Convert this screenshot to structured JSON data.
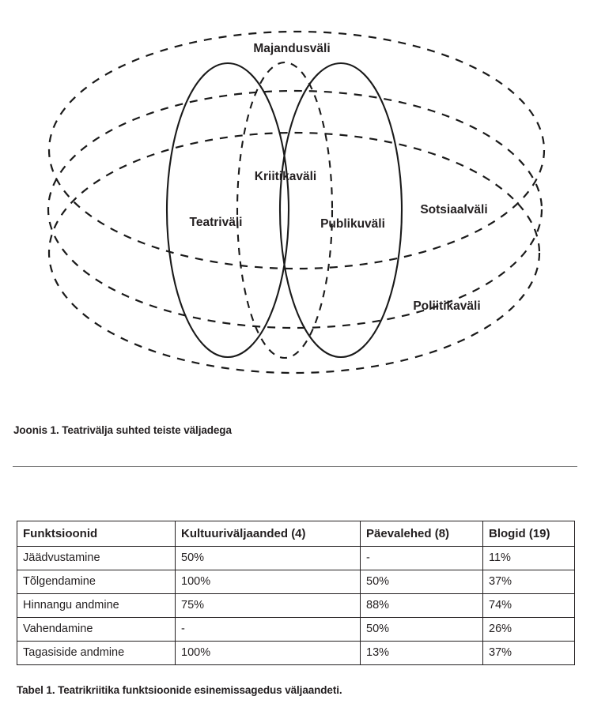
{
  "figure": {
    "labels": {
      "majandus": "Majandusväli",
      "kriitika": "Kriitikaväli",
      "teatri": "Teatriväli",
      "publiku": "Publikuväli",
      "sotsiaal": "Sotsiaalväli",
      "poliitika": "Poliitikaväli"
    },
    "caption": "Joonis 1. Teatrivälja suhted teiste väljadega",
    "stroke_color": "#1a1a1a"
  },
  "divider": {
    "color": "#7d7d7d"
  },
  "table": {
    "headers": [
      "Funktsioonid",
      "Kultuuriväljaanded (4)",
      "Päevalehed (8)",
      "Blogid (19)"
    ],
    "rows": [
      [
        "Jäädvustamine",
        "50%",
        "-",
        "11%"
      ],
      [
        "Tõlgendamine",
        "100%",
        "50%",
        "37%"
      ],
      [
        "Hinnangu andmine",
        "75%",
        "88%",
        "74%"
      ],
      [
        "Vahendamine",
        "-",
        "50%",
        "26%"
      ],
      [
        "Tagasiside andmine",
        "100%",
        "13%",
        "37%"
      ]
    ],
    "caption": "Tabel 1. Teatrikriitika funktsioonide esinemissagedus väljaandeti.",
    "border_color": "#231f20"
  }
}
